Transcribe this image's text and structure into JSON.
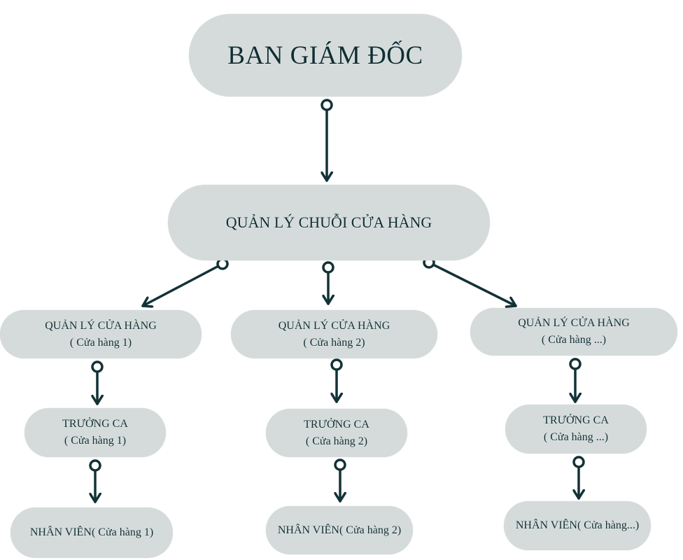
{
  "diagram": {
    "type": "org-chart",
    "root": {
      "id": "board",
      "label": "BAN GIÁM ĐỐC"
    },
    "chain_manager": {
      "id": "chain",
      "label": "QUẢN LÝ CHUỖI CỬA HÀNG"
    },
    "branches": [
      {
        "store_manager": {
          "title": "QUẢN LÝ CỬA HÀNG",
          "store": "( Cửa hàng 1)"
        },
        "shift_leader": {
          "title": "TRƯỞNG CA",
          "store": "( Cửa hàng 1)"
        },
        "staff": {
          "label": "NHÂN VIÊN( Cửa hàng 1)"
        }
      },
      {
        "store_manager": {
          "title": "QUẢN LÝ CỬA HÀNG",
          "store": "( Cửa hàng 2)"
        },
        "shift_leader": {
          "title": "TRƯỞNG CA",
          "store": "( Cửa hàng 2)"
        },
        "staff": {
          "label": "NHÂN VIÊN( Cửa hàng 2)"
        }
      },
      {
        "store_manager": {
          "title": "QUẢN LÝ CỬA HÀNG",
          "store": "( Cửa hàng ...)"
        },
        "shift_leader": {
          "title": "TRƯỞNG CA",
          "store": "( Cửa hàng ...)"
        },
        "staff": {
          "label": "NHÂN VIÊN( Cửa hàng...)"
        }
      }
    ],
    "edges": [
      {
        "from": "board",
        "to": "chain"
      },
      {
        "from": "chain",
        "to": "store-manager-1"
      },
      {
        "from": "chain",
        "to": "store-manager-2"
      },
      {
        "from": "chain",
        "to": "store-manager-3"
      },
      {
        "from": "store-manager-1",
        "to": "shift-leader-1"
      },
      {
        "from": "store-manager-2",
        "to": "shift-leader-2"
      },
      {
        "from": "store-manager-3",
        "to": "shift-leader-3"
      },
      {
        "from": "shift-leader-1",
        "to": "staff-1"
      },
      {
        "from": "shift-leader-2",
        "to": "staff-2"
      },
      {
        "from": "shift-leader-3",
        "to": "staff-3"
      }
    ],
    "colors": {
      "node_fill": "#d5dbdb",
      "text": "#0f2e33",
      "connector": "#123236",
      "background": "#ffffff"
    }
  }
}
